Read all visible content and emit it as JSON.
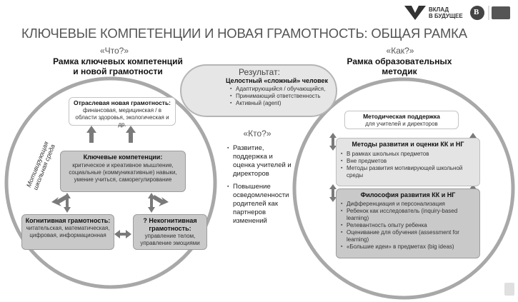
{
  "logo": {
    "brand_line1": "ВКЛАД",
    "brand_line2": "В БУДУЩЕЕ",
    "emblem_letter": "В"
  },
  "title": "КЛЮЧЕВЫЕ КОМПЕТЕНЦИИ И НОВАЯ ГРАМОТНОСТЬ: ОБЩАЯ РАМКА",
  "left": {
    "question": "«Что?»",
    "heading": "Рамка ключевых компетенций и новой грамотности",
    "rotated_label": "Мотивирующая школьная среда",
    "sector": {
      "title": "Отраслевая новая грамотность:",
      "text": "финансовая, медицинская / в области здоровья, экологическая и др."
    },
    "key_comp": {
      "title": "Ключевые компетенции:",
      "text": "критическое и креативное мышление, социальные (коммуникативные) навыки, умение учиться, саморегулирование"
    },
    "cognitive": {
      "title": "Когнитивная грамотность:",
      "text": "читательская, математическая, цифровая, информационная"
    },
    "noncognitive": {
      "title_prefix": "?",
      "title": "Некогнитивная грамотность:",
      "text": "управление телом, управление эмоциями"
    }
  },
  "result": {
    "title": "Результат:",
    "subtitle": "Целостный «сложный» человек",
    "items": [
      "Адаптирующийся / обучающийся,",
      "Принимающий ответственность",
      "Активный (agent)"
    ]
  },
  "who": {
    "question": "«Кто?»",
    "items": [
      "Развитие, поддержка и оценка учителей и директоров",
      "Повышение осведомленности родителей как партнеров изменений"
    ]
  },
  "right": {
    "question": "«Как?»",
    "heading": "Рамка образовательных методик",
    "support": {
      "title": "Методическая поддержка",
      "text": "для учителей и директоров"
    },
    "methods": {
      "title": "Методы развития и оценки КК и НГ",
      "items": [
        "В рамках школьных предметов",
        "Вне предметов",
        "Методы развития мотивирующей школьной среды"
      ]
    },
    "philosophy": {
      "title": "Философия развития КК и НГ",
      "items": [
        "Дифференциация и персонализация",
        "Ребенок как исследователь (inquiry-based learning)",
        "Релевантность опыту ребенка",
        "Оценивание для обучения (assessment for learning)",
        "«Большие идеи» в предметах (big ideas)"
      ]
    }
  }
}
